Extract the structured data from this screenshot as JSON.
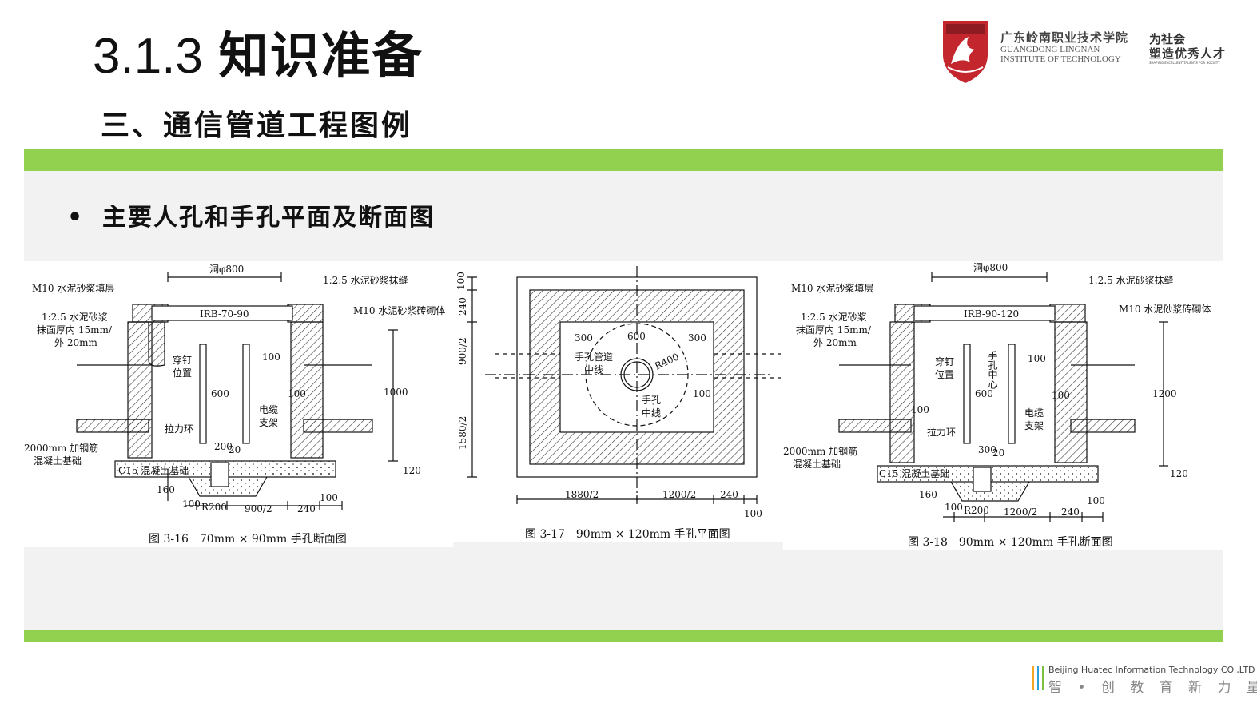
{
  "header": {
    "title_num": "3.1.3",
    "title_text": "知识准备",
    "subtitle": "三、通信管道工程图例"
  },
  "logo": {
    "school_cn": "广东岭南职业技术学院",
    "school_en_1": "GUANGDONG LINGNAN",
    "school_en_2": "INSTITUTE OF TECHNOLOGY",
    "slogan_1": "为社会",
    "slogan_2": "塑造优秀人才",
    "slogan_en": "SHAPING EXCELLENT TALENTS FOR SOCIETY"
  },
  "content": {
    "bullet": "•",
    "bullet_text": "主要人孔和手孔平面及断面图"
  },
  "fig16": {
    "caption": "图 3-16　70mm × 90mm 手孔断面图",
    "hole": "洞φ800",
    "m10_fill": "M10 水泥砂浆填层",
    "joint": "1:2.5 水泥砂浆抹缝",
    "m10_brick": "M10 水泥砂浆砖砌体",
    "plaster_1": "1:2.5 水泥砂浆",
    "plaster_2": "抹面厚内 15mm/",
    "plaster_3": "外 20mm",
    "cover": "IRB-70-90",
    "nail_1": "穿钉",
    "nail_2": "位置",
    "cable_1": "电缆",
    "cable_2": "支架",
    "ring": "拉力环",
    "rebar_1": "2000mm 加钢筋",
    "rebar_2": "混凝土基础",
    "base": "C15 混凝土基础",
    "d600": "600",
    "d100a": "100",
    "d100b": "100",
    "d200": "200",
    "d20": "20",
    "d1000": "1000",
    "d120": "120",
    "d160": "160",
    "d100c": "100",
    "r200": "R200",
    "d900": "900/2",
    "d240": "240",
    "d100d": "100"
  },
  "fig17": {
    "caption": "图 3-17　90mm × 120mm 手孔平面图",
    "d100": "100",
    "d240": "240",
    "d900": "900/2",
    "d1580": "1580/2",
    "d300a": "300",
    "d600": "600",
    "d300b": "300",
    "pipe_1": "手孔管道",
    "pipe_2": "中线",
    "r400": "R400",
    "center_1": "手孔",
    "center_2": "中线",
    "d100b": "100",
    "d1880": "1880/2",
    "d1200": "1200/2",
    "d240b": "240",
    "d100c": "100"
  },
  "fig18": {
    "caption": "图 3-18　90mm × 120mm 手孔断面图",
    "hole": "洞φ800",
    "m10_fill": "M10 水泥砂浆填层",
    "joint": "1:2.5 水泥砂浆抹缝",
    "m10_brick": "M10 水泥砂浆砖砌体",
    "plaster_1": "1:2.5 水泥砂浆",
    "plaster_2": "抹面厚内 15mm/",
    "plaster_3": "外 20mm",
    "cover": "IRB-90-120",
    "nail_1": "穿钉",
    "nail_2": "位置",
    "hole_center": "手孔中心",
    "cable_1": "电缆",
    "cable_2": "支架",
    "ring": "拉力环",
    "rebar_1": "2000mm 加钢筋",
    "rebar_2": "混凝土基础",
    "base": "C15 混凝土基础",
    "d600": "600",
    "d100a": "100",
    "d100b": "100",
    "d100e": "100",
    "d300": "300",
    "d20": "20",
    "d1200": "1200",
    "d120": "120",
    "d160": "160",
    "d100c": "100",
    "r200": "R200",
    "d1200b": "1200/2",
    "d240": "240",
    "d100d": "100"
  },
  "footer": {
    "company": "Beijing Huatec Information Technology CO.,LTD",
    "slogan": "智 • 创 教 育 新 力 量",
    "bar_colors": [
      "#f5a623",
      "#2d9fd9",
      "#7bc043"
    ]
  }
}
